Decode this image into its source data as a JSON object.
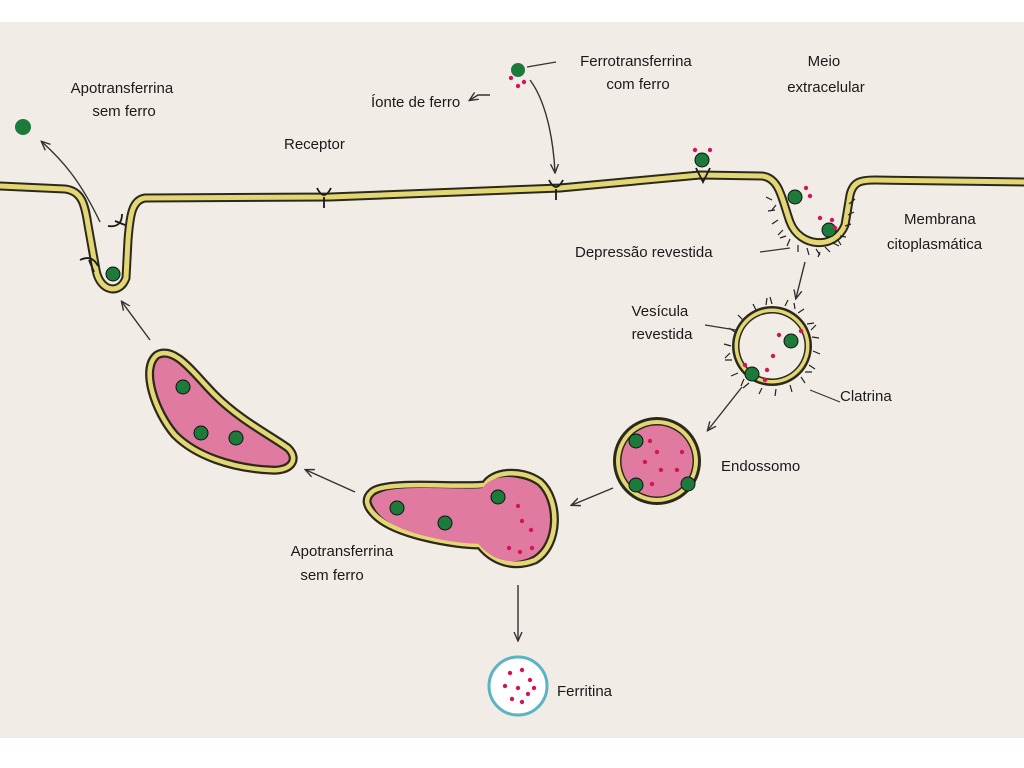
{
  "colors": {
    "background": "#f1ece6",
    "membrane_fill": "#e3d675",
    "membrane_stroke": "#2b2a1a",
    "lumen": "#e07aa0",
    "protein": "#1c7a3a",
    "iron": "#d4145a",
    "ferritin_ring": "#5ab4c4",
    "clathrin": "#222222",
    "arrow": "#333333"
  },
  "labels": {
    "apotransferrin_top": [
      "Apotransferrina",
      "sem ferro"
    ],
    "iron_ion": "Íonte de ferro",
    "ferrotransferrin": [
      "Ferrotransferrina",
      "com ferro"
    ],
    "extracellular": [
      "Meio",
      "extracelular"
    ],
    "receptor": "Receptor",
    "membrane": [
      "Membrana",
      "citoplasmática"
    ],
    "coated_pit": "Depressão revestida",
    "coated_vesicle": [
      "Vesícula",
      "revestida"
    ],
    "clathrin": "Clatrina",
    "endosome": "Endossomo",
    "apotransferrin_bottom": [
      "Apotransferrina",
      "sem ferro"
    ],
    "ferritin": "Ferritina"
  },
  "icons": [
    "receptor-icon",
    "iron-ion-icon",
    "transferrin-icon",
    "clathrin-coat-icon",
    "arrow-icon"
  ]
}
